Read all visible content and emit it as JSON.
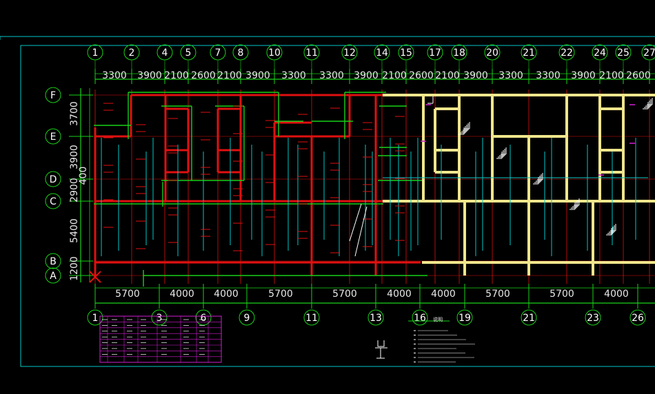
{
  "drawing": {
    "colors": {
      "background": "#000000",
      "frame": "#00c8c8",
      "grid_bubble": "#19d219",
      "dimension": "#19d219",
      "wall_red": "#e01010",
      "wall_yellow": "#f0e68c",
      "wall_cyan": "#00c8c8",
      "wall_green": "#19d219",
      "table_magenta": "#d21ed2",
      "text": "#e8e8e8"
    },
    "top_axes": [
      "1",
      "2",
      "4",
      "5",
      "7",
      "8",
      "10",
      "11",
      "12",
      "14",
      "15",
      "17",
      "18",
      "20",
      "21",
      "22",
      "24",
      "25",
      "27"
    ],
    "top_dims": [
      "3300",
      "3900",
      "2100",
      "2600",
      "2100",
      "3900",
      "3300",
      "3300",
      "3900",
      "2100",
      "2600",
      "2100",
      "3900",
      "3300",
      "3300",
      "3900",
      "2100",
      "2600"
    ],
    "left_axes": [
      "F",
      "E",
      "D",
      "C",
      "B",
      "A"
    ],
    "left_dims": [
      "3700",
      "3900",
      "2900",
      "5400",
      "1200"
    ],
    "left_overall": "400",
    "bottom_axes": [
      "1",
      "3",
      "6",
      "9",
      "11",
      "13",
      "16",
      "19",
      "21",
      "23",
      "26"
    ],
    "bottom_dims": [
      "5700",
      "4000",
      "4000",
      "5700",
      "5700",
      "4000",
      "4000",
      "5700",
      "5700",
      "4000"
    ],
    "notes_title": "说明"
  }
}
